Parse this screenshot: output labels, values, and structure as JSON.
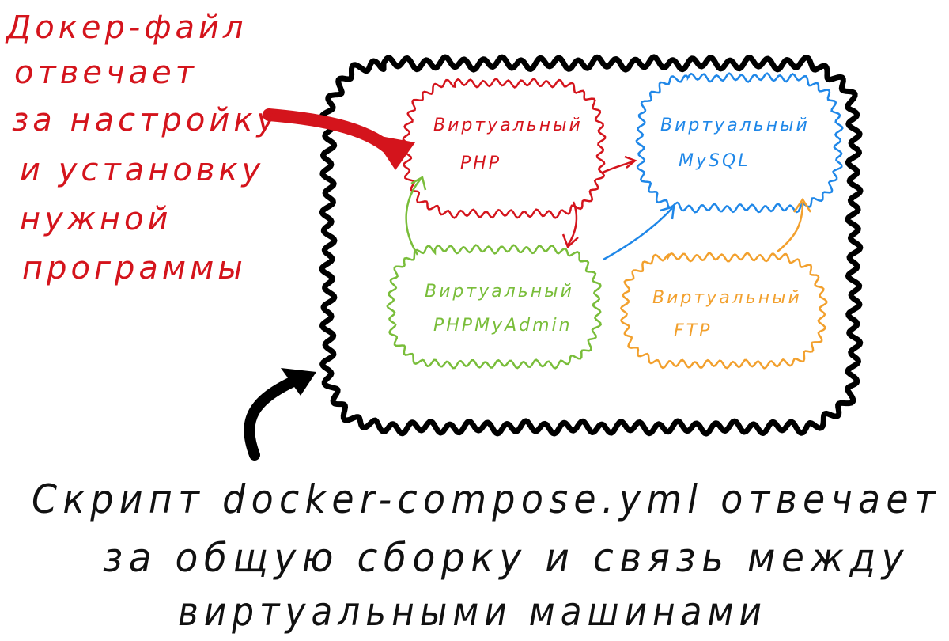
{
  "colors": {
    "outline": "#000000",
    "docker_note": "#d4141c",
    "php": "#d4141c",
    "mysql": "#1f87e8",
    "phpmyadmin": "#79bd3a",
    "ftp": "#f2a02d"
  },
  "docker_note": {
    "lines": [
      "Докер-файл",
      "отвечает",
      "за настройку",
      "и установку",
      "нужной",
      "программы"
    ]
  },
  "nodes": {
    "php": {
      "line1": "Виртуальный",
      "line2": "PHP"
    },
    "mysql": {
      "line1": "Виртуальный",
      "line2": "MySQL"
    },
    "phpmyadmin": {
      "line1": "Виртуальный",
      "line2": "PHPMyAdmin"
    },
    "ftp": {
      "line1": "Виртуальный",
      "line2": "FTP"
    }
  },
  "compose_note": {
    "lines": [
      "Скрипт docker-compose.yml отвечает",
      "за общую сборку и связь между",
      "виртуальными машинами"
    ]
  }
}
